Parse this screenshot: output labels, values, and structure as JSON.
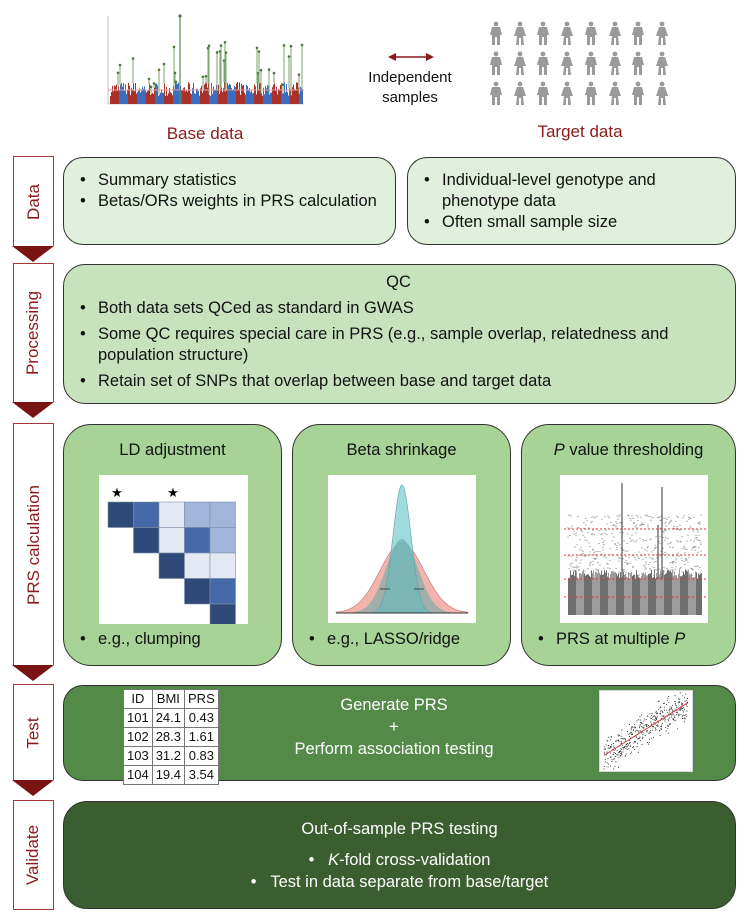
{
  "header": {
    "base_label": "Base data",
    "target_label": "Target data",
    "independent_label_line1": "Independent",
    "independent_label_line2": "samples",
    "base_figure": "manhattan-plot",
    "target_figure": "people-grid",
    "people_grid": {
      "rows": 3,
      "cols": 8
    }
  },
  "stages": [
    {
      "label": "Data"
    },
    {
      "label": "Processing"
    },
    {
      "label": "PRS calculation"
    },
    {
      "label": "Test"
    },
    {
      "label": "Validate"
    }
  ],
  "data_stage": {
    "base_box": {
      "bullets": [
        "Summary statistics",
        "Betas/ORs weights in PRS calculation"
      ]
    },
    "target_box": {
      "bullets": [
        "Individual-level genotype and phenotype data",
        "Often small sample size"
      ]
    }
  },
  "processing_stage": {
    "title": "QC",
    "bullets": [
      "Both data sets QCed as standard in GWAS",
      "Some QC requires special care in PRS (e.g., sample overlap, relatedness and population structure)",
      "Retain set of SNPs that overlap between base and target data"
    ]
  },
  "prs_calculation_stage": {
    "panels": [
      {
        "title": "LD adjustment",
        "bullet": "e.g., clumping",
        "figure": "ld-matrix"
      },
      {
        "title": "Beta shrinkage",
        "bullet": "e.g., LASSO/ridge",
        "figure": "shrinkage-distributions"
      },
      {
        "title_italic": "P",
        "title": " value thresholding",
        "bullet": "PRS at multiple ",
        "bullet_italic": "P",
        "figure": "threshold-manhattan"
      }
    ]
  },
  "test_stage": {
    "table": {
      "headers": [
        "ID",
        "BMI",
        "PRS"
      ],
      "rows": [
        [
          "101",
          "24.1",
          "0.43"
        ],
        [
          "102",
          "28.3",
          "1.61"
        ],
        [
          "103",
          "31.2",
          "0.83"
        ],
        [
          "104",
          "19.4",
          "3.54"
        ]
      ]
    },
    "line1": "Generate PRS",
    "line2": "+",
    "line3": "Perform association testing",
    "figure": "scatter-regression"
  },
  "validate_stage": {
    "title": "Out-of-sample PRS testing",
    "bullet1_italic": "K",
    "bullet1": "-fold cross-validation",
    "bullet2": "Test in data separate from base/target"
  },
  "colors": {
    "stage_red": "#8b1a1a",
    "arrow_red": "#7a1414",
    "data_box": "#e0f0dc",
    "processing_box": "#c6e3be",
    "calc_box": "#a7d496",
    "test_box": "#538a48",
    "validate_box": "#3b5e30"
  }
}
